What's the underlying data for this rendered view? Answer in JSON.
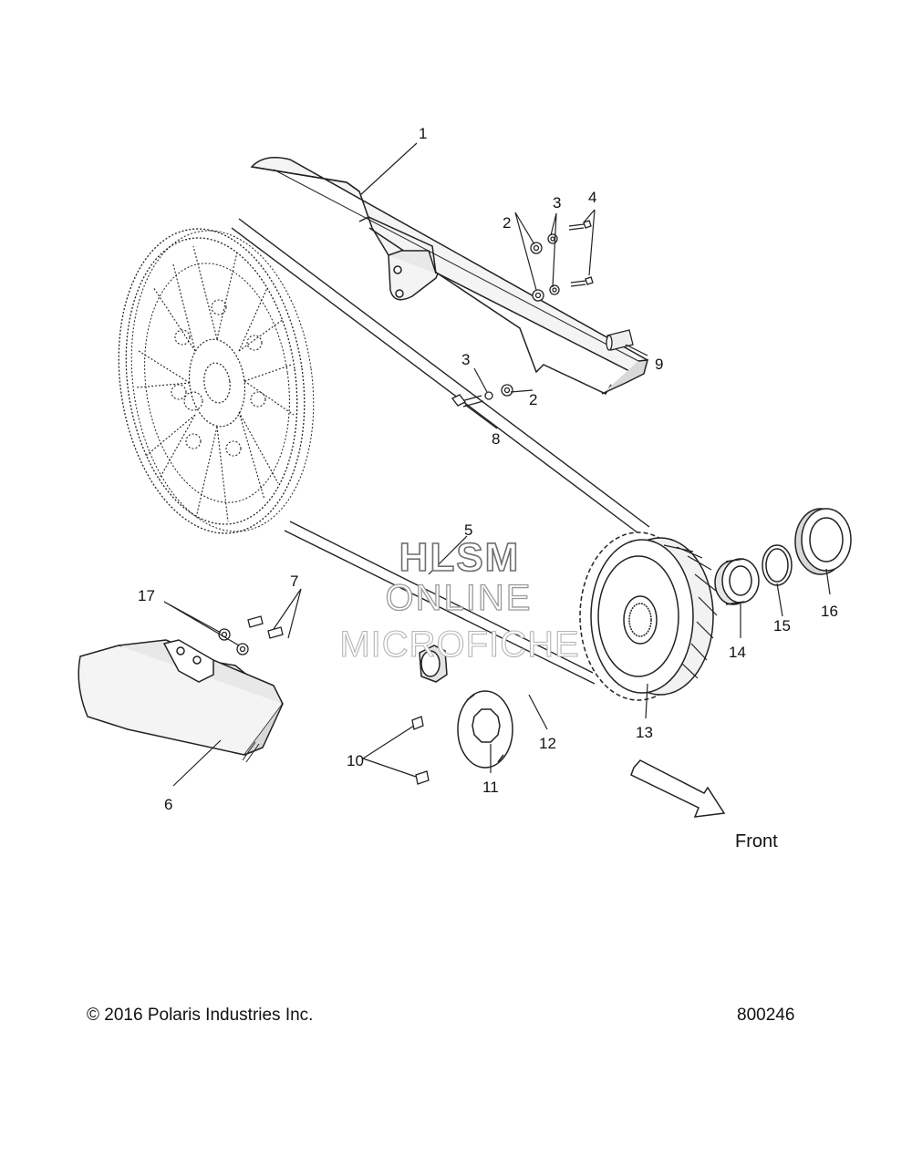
{
  "diagram": {
    "callouts": [
      "1",
      "2",
      "3",
      "4",
      "2",
      "3",
      "8",
      "9",
      "5",
      "7",
      "17",
      "6",
      "10",
      "11",
      "12",
      "13",
      "14",
      "15",
      "16"
    ],
    "direction_label": "Front"
  },
  "watermark": {
    "line1": "HLSM",
    "line2": "ONLINE",
    "line3": "MICROFICHE"
  },
  "footer": {
    "copyright": "© 2016 Polaris Industries Inc.",
    "drawing_number": "800246"
  }
}
